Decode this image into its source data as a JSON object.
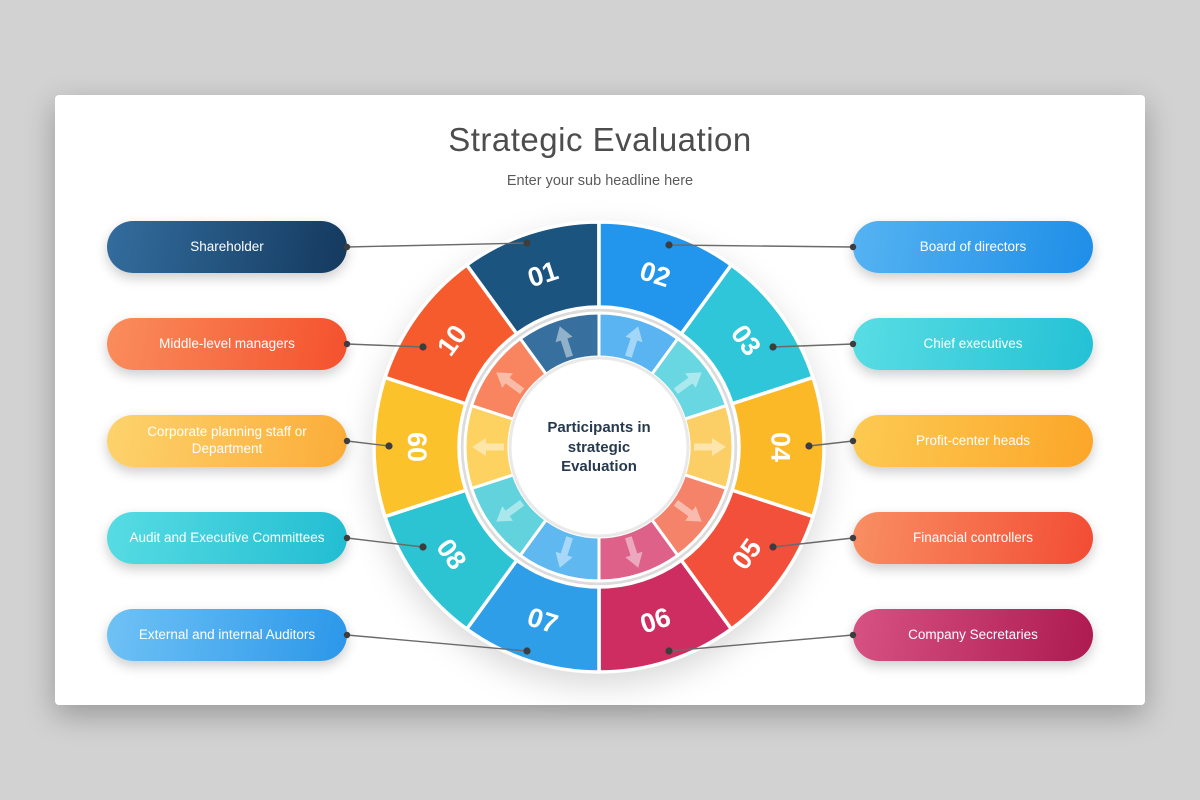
{
  "slide": {
    "title": "Strategic Evaluation",
    "subtitle": "Enter your sub headline here",
    "center_label": "Participants in strategic Evaluation"
  },
  "wheel": {
    "number_color": "#ffffff",
    "gap_color": "#ffffff",
    "arrow_color": "rgba(255,255,255,0.45)",
    "segments": [
      {
        "number": "01",
        "color": "#1c5480",
        "inner_color": "#376f9e"
      },
      {
        "number": "02",
        "color": "#2196ec",
        "inner_color": "#5ab4f2"
      },
      {
        "number": "03",
        "color": "#2ec6d8",
        "inner_color": "#68d7e2"
      },
      {
        "number": "04",
        "color": "#fbb928",
        "inner_color": "#fccf66"
      },
      {
        "number": "05",
        "color": "#f2503b",
        "inner_color": "#f5836a"
      },
      {
        "number": "06",
        "color": "#ce2d62",
        "inner_color": "#dd6189"
      },
      {
        "number": "07",
        "color": "#2e9ee8",
        "inner_color": "#5fb8f0"
      },
      {
        "number": "08",
        "color": "#2cc3d3",
        "inner_color": "#62d3dc"
      },
      {
        "number": "09",
        "color": "#fcc22c",
        "inner_color": "#fdd261"
      },
      {
        "number": "10",
        "color": "#f65b2e",
        "inner_color": "#f88560"
      }
    ]
  },
  "left_items": [
    {
      "label": "Shareholder",
      "from": "#336d9e",
      "to": "#14395e"
    },
    {
      "label": "Middle-level managers",
      "from": "#fa8d5c",
      "to": "#f4512d"
    },
    {
      "label": "Corporate planning staff or Department",
      "from": "#fdd36d",
      "to": "#fbac38"
    },
    {
      "label": "Audit and Executive Committees",
      "from": "#57dce3",
      "to": "#22bdd2"
    },
    {
      "label": "External and internal Auditors",
      "from": "#6fc2f5",
      "to": "#2b97e9"
    }
  ],
  "right_items": [
    {
      "label": "Board of directors",
      "from": "#55b3f2",
      "to": "#1e8ee7"
    },
    {
      "label": "Chief executives",
      "from": "#59dde4",
      "to": "#23c1d5"
    },
    {
      "label": "Profit-center heads",
      "from": "#fdca52",
      "to": "#fba629"
    },
    {
      "label": "Financial controllers",
      "from": "#f98f63",
      "to": "#f24c34"
    },
    {
      "label": "Company Secretaries",
      "from": "#d75283",
      "to": "#ad1a4f"
    }
  ]
}
